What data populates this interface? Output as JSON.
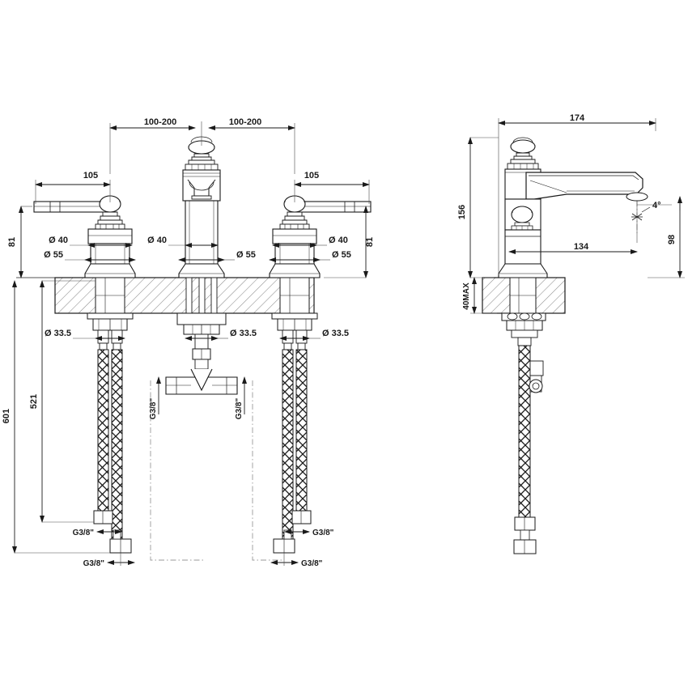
{
  "drawing": {
    "title": "Three-hole basin mixer technical drawing",
    "type": "engineering-dimension-drawing",
    "units": "mm",
    "line_color": "#1a1a1a",
    "hatch_color": "#8c8c8c",
    "background": "#ffffff",
    "views": [
      {
        "id": "front",
        "label": "front-elevation"
      },
      {
        "id": "side",
        "label": "side-elevation"
      }
    ]
  },
  "dimensions": {
    "front": {
      "spread_left": "100-200",
      "spread_right": "100-200",
      "lever_left": "105",
      "lever_right": "105",
      "height_above_deck_left": "81",
      "height_above_deck_right": "81",
      "dia_40_left": "Ø 40",
      "dia_55_left": "Ø 55",
      "dia_40_center": "Ø 40",
      "dia_55_center": "Ø 55",
      "dia_40_right": "Ø 40",
      "dia_55_right": "Ø 55",
      "dia_335_left": "Ø 33.5",
      "dia_335_center": "Ø 33.5",
      "dia_335_right": "Ø 33.5",
      "overall_drop": "601",
      "hose_drop": "521",
      "thread_left_upper": "G3/8\"",
      "thread_left_lower": "G3/8\"",
      "thread_right_upper": "G3/8\"",
      "thread_right_lower": "G3/8\"",
      "thread_tee_left": "G3/8\"",
      "thread_tee_right": "G3/8\""
    },
    "side": {
      "spout_reach_total": "174",
      "spout_reach_inner": "134",
      "height_total": "156",
      "height_spout": "98",
      "deck_thickness_max": "40MAX",
      "outlet_angle": "4°"
    }
  }
}
